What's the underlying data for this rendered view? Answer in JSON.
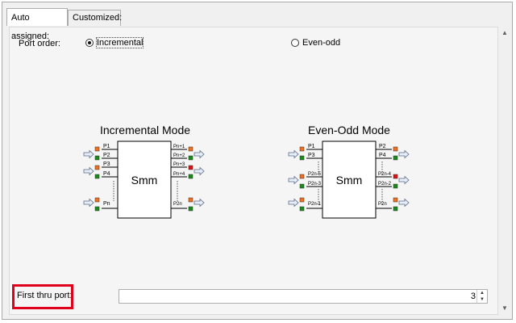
{
  "tabs": [
    {
      "label": "Auto assigned:",
      "active": true
    },
    {
      "label": "Customized:",
      "active": false
    }
  ],
  "port_order": {
    "label": "Port order:",
    "options": [
      {
        "label": "Incremental",
        "selected": true
      },
      {
        "label": "Even-odd",
        "selected": false
      }
    ]
  },
  "diagrams": {
    "incremental": {
      "title": "Incremental Mode",
      "block": "Smm",
      "left_ports": [
        "P1",
        "P2",
        "P3",
        "P4",
        "Pn"
      ],
      "right_ports": [
        "Pn+1",
        "Pn+2",
        "Pn+3",
        "Pn+4",
        "P2n"
      ]
    },
    "even_odd": {
      "title": "Even-Odd Mode",
      "block": "Smm",
      "left_ports": [
        "P1",
        "P3",
        "P2n-5",
        "P2n-3",
        "P2n-1"
      ],
      "right_ports": [
        "P2",
        "P4",
        "P2n-4",
        "P2n-2",
        "P2n"
      ]
    }
  },
  "first_thru_port": {
    "label": "First thru port:",
    "value": "3"
  },
  "colors": {
    "port_orange": "#f07020",
    "port_green": "#1a8a1a",
    "port_red": "#dd1111",
    "highlight": "#e0001b"
  }
}
